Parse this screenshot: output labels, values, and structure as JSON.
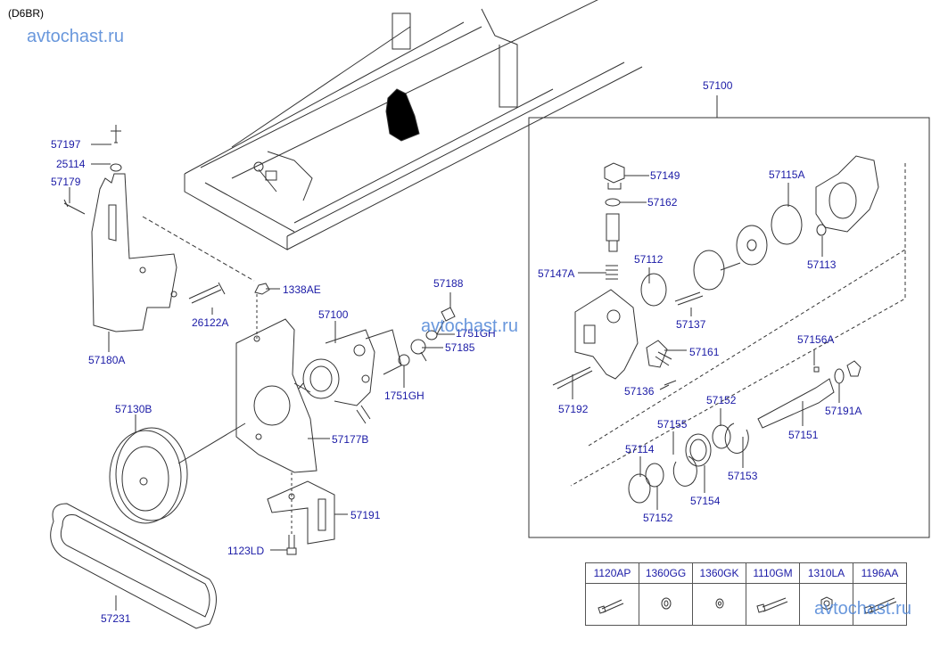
{
  "diagram": {
    "engine_code": "(D6BR)",
    "watermarks": [
      "avtochast.ru",
      "avtochast.ru",
      "avtochast.ru"
    ],
    "assembly_box_label": "57100",
    "labels": {
      "p57197": "57197",
      "p25114": "25114",
      "p57179": "57179",
      "p57180A": "57180A",
      "p26122A": "26122A",
      "p1338AE": "1338AE",
      "p57100": "57100",
      "p57188": "57188",
      "p1751GH_top": "1751GH",
      "p57185": "57185",
      "p1751GH_bot": "1751GH",
      "p57130B": "57130B",
      "p57177B": "57177B",
      "p57191": "57191",
      "p1123LD": "1123LD",
      "p57231": "57231",
      "p57149": "57149",
      "p57162": "57162",
      "p57115A": "57115A",
      "p57147A": "57147A",
      "p57112": "57112",
      "p57113": "57113",
      "p57137": "57137",
      "p57161": "57161",
      "p57156A": "57156A",
      "p57136": "57136",
      "p57192": "57192",
      "p57191A": "57191A",
      "p57152_top": "57152",
      "p57155": "57155",
      "p57151": "57151",
      "p57114": "57114",
      "p57153": "57153",
      "p57154": "57154",
      "p57152_bot": "57152"
    },
    "fastener_table": {
      "columns": [
        "1120AP",
        "1360GG",
        "1360GK",
        "1110GM",
        "1310LA",
        "1196AA"
      ],
      "icons": [
        "bolt-icon",
        "washer-icon",
        "washer-small-icon",
        "bolt-icon",
        "nut-icon",
        "bolt-long-icon"
      ]
    },
    "colors": {
      "label": "#1a1aa6",
      "watermark": "#4f86d6",
      "line": "#333333"
    }
  }
}
